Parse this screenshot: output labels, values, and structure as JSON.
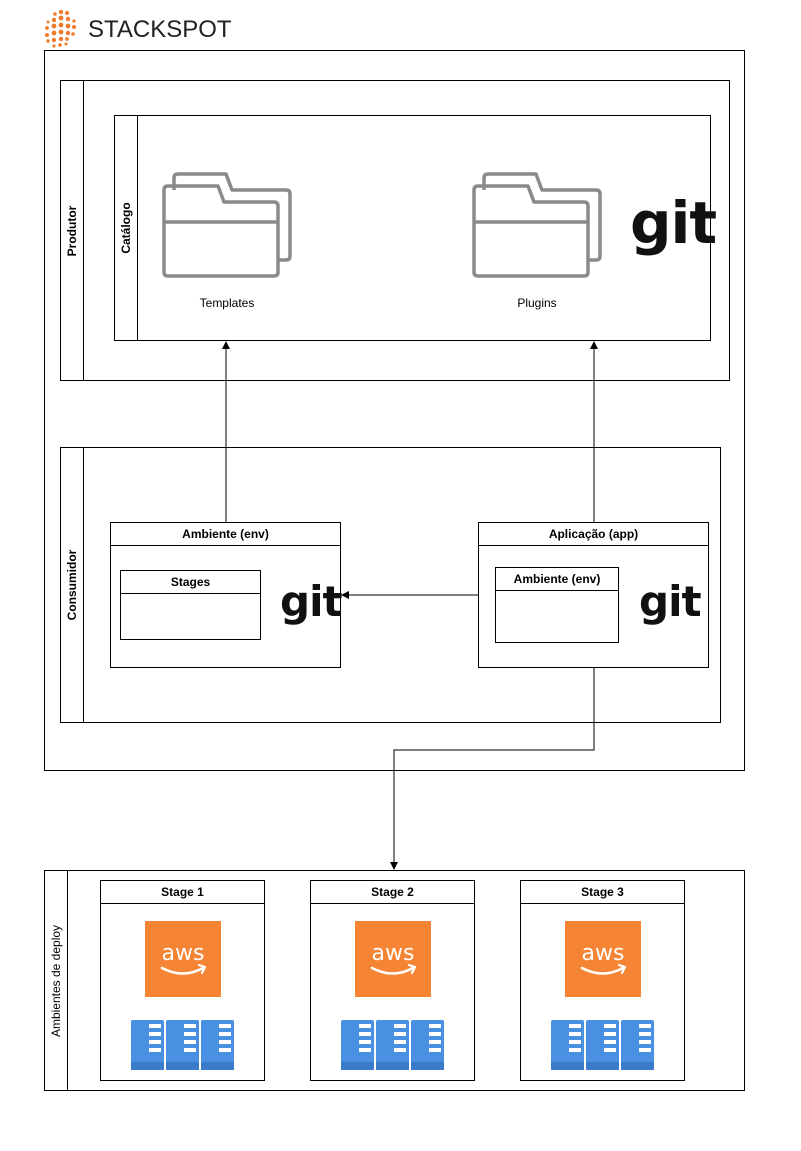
{
  "brand": {
    "name": "STACKSPOT",
    "accent_color": "#F07B2A"
  },
  "produtor": {
    "label": "Produtor",
    "catalogo": {
      "label": "Catálogo",
      "items": [
        {
          "label": "Templates",
          "icon": "folder-icon"
        },
        {
          "label": "Plugins",
          "icon": "folder-icon"
        }
      ],
      "repo_icon": "git"
    }
  },
  "consumidor": {
    "label": "Consumidor",
    "ambiente": {
      "title": "Ambiente (env)",
      "inner_title": "Stages",
      "repo_icon": "git"
    },
    "aplicacao": {
      "title": "Aplicação (app)",
      "inner_title": "Ambiente (env)",
      "repo_icon": "git"
    }
  },
  "deploy": {
    "label": "Ambientes de deploy",
    "stages": [
      {
        "title": "Stage 1",
        "cloud": "aws",
        "icon": "server-rack-icon"
      },
      {
        "title": "Stage 2",
        "cloud": "aws",
        "icon": "server-rack-icon"
      },
      {
        "title": "Stage 3",
        "cloud": "aws",
        "icon": "server-rack-icon"
      }
    ],
    "aws_color": "#F58534",
    "server_color": "#4A90E2"
  }
}
